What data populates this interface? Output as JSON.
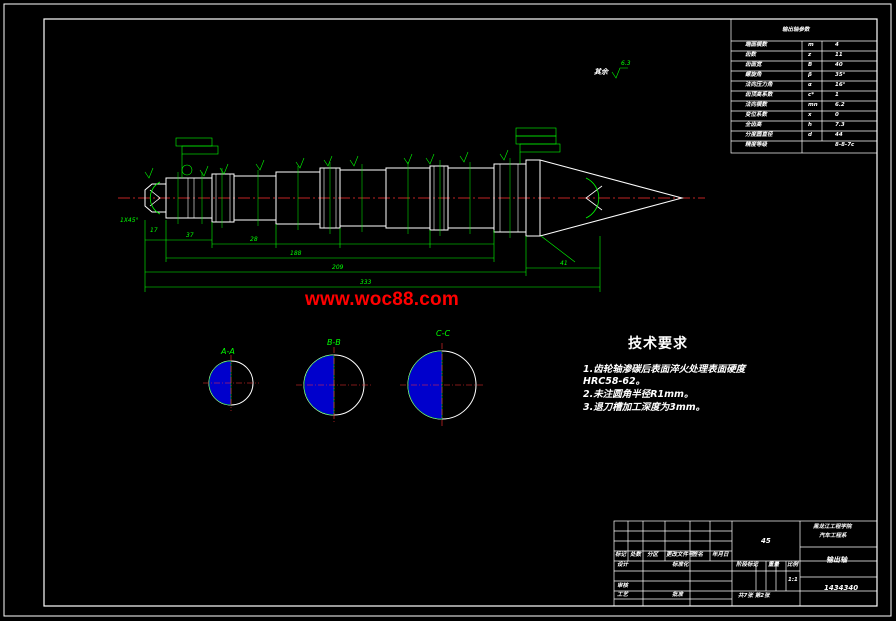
{
  "watermark": "www.woc88.com",
  "surface_mark": "其余",
  "surface_value": "6.3",
  "section_labels": [
    "A-A",
    "B-B",
    "C-C"
  ],
  "tech_requirements": {
    "title": "技术要求",
    "lines": [
      "1.齿轮轴渗碳后表面淬火处理表面硬度",
      "HRC58-62。",
      "2.未注圆角半径R1mm。",
      "3.退刀槽加工深度为3mm。"
    ]
  },
  "param_table": {
    "title": "输出轴参数",
    "rows": [
      [
        "端面模数",
        "m",
        "4"
      ],
      [
        "齿数",
        "z",
        "11"
      ],
      [
        "齿面宽",
        "B",
        "40"
      ],
      [
        "螺旋角",
        "β",
        "35°"
      ],
      [
        "法向压力角",
        "α",
        "16°"
      ],
      [
        "齿顶高系数",
        "c*",
        "1"
      ],
      [
        "法向模数",
        "mn",
        "6.2"
      ],
      [
        "变位系数",
        "x",
        "0"
      ],
      [
        "全齿高",
        "h",
        "7.3"
      ],
      [
        "分度圆直径",
        "d",
        "44"
      ],
      [
        "精度等级",
        "",
        "8-8-7c"
      ]
    ]
  },
  "title_block": {
    "material": "45",
    "school": "黑龙江工程学院",
    "dept": "汽车工程系",
    "part_name": "输出轴",
    "drawing_no": "1434340",
    "scale": "1:1",
    "sheets": "共7张  第2张",
    "labels": {
      "marks": "标记",
      "count": "处数",
      "zone": "分区",
      "change_doc": "更改文件号",
      "signature": "签名",
      "date": "年月日",
      "design": "设计",
      "standardize": "标准化",
      "stage_mark": "阶段标记",
      "weight": "重量",
      "ratio": "比例",
      "review": "审核",
      "process": "工艺",
      "approve": "批准"
    }
  },
  "dimensions": {
    "total": "333",
    "d1": "209",
    "d2": "188",
    "d3": "41",
    "d4": "37",
    "d5": "28",
    "d6": "17",
    "chamfer": "1X45°"
  }
}
